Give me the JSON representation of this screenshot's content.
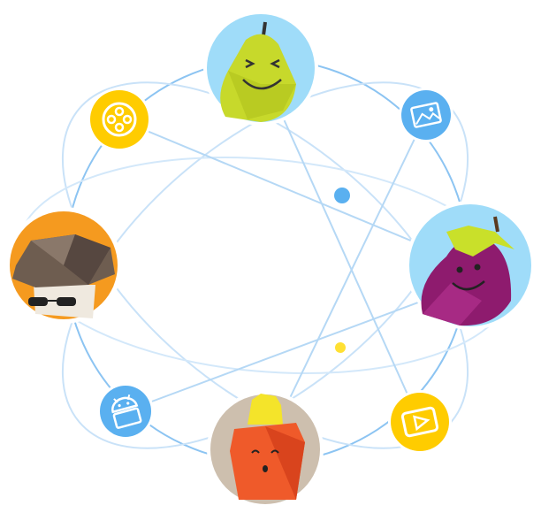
{
  "colors": {
    "orbit": "#7fbdf0",
    "orbit_light": "#c5e0f7",
    "blue_accent": "#5ab0f0",
    "yellow_accent": "#ffcc00",
    "pear_bg": "#9fdcf9",
    "eggplant_bg": "#9fdcf9",
    "carrot_bg": "#cdbfae",
    "mushroom_bg": "#f59a1f"
  },
  "characters": [
    {
      "name": "pear",
      "icon": "pear-character-icon"
    },
    {
      "name": "eggplant",
      "icon": "eggplant-character-icon"
    },
    {
      "name": "carrot",
      "icon": "carrot-character-icon"
    },
    {
      "name": "mushroom",
      "icon": "mushroom-character-icon"
    }
  ],
  "badges": [
    {
      "name": "film-reel",
      "icon": "film-reel-icon"
    },
    {
      "name": "image",
      "icon": "image-icon"
    },
    {
      "name": "android",
      "icon": "android-icon"
    },
    {
      "name": "video-play",
      "icon": "video-play-icon"
    }
  ]
}
